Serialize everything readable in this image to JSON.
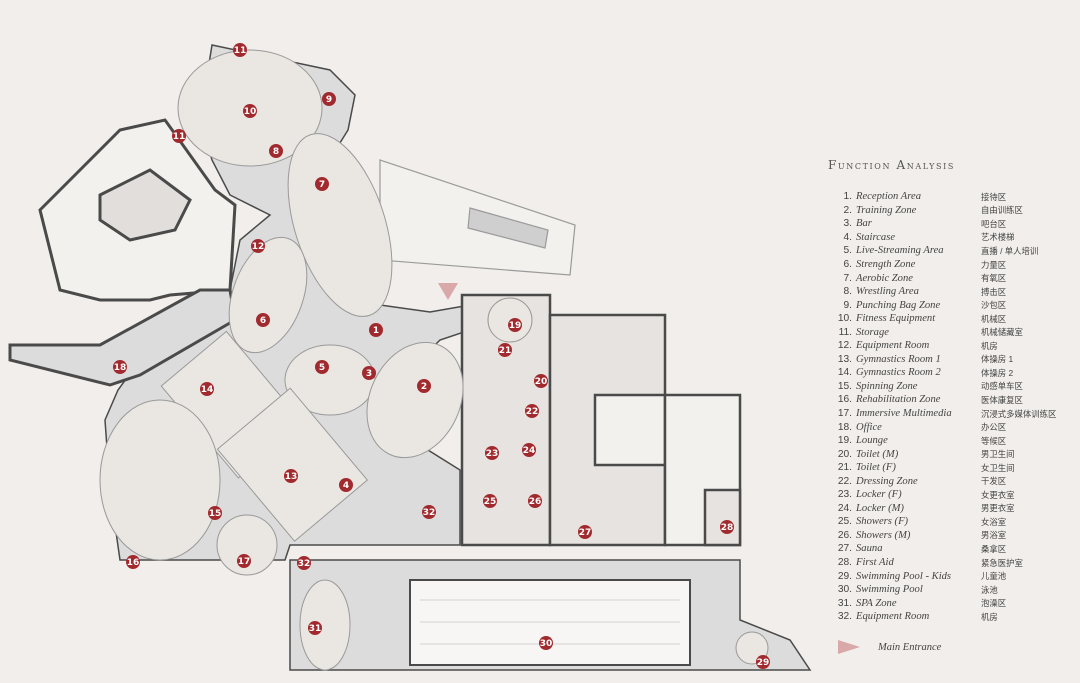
{
  "legend": {
    "title": "Function Analysis",
    "items": [
      {
        "num": "1.",
        "en": "Reception Area",
        "cn": "接待区"
      },
      {
        "num": "2.",
        "en": "Training Zone",
        "cn": "自由训练区"
      },
      {
        "num": "3.",
        "en": "Bar",
        "cn": "吧台区"
      },
      {
        "num": "4.",
        "en": "Staircase",
        "cn": "艺术楼梯"
      },
      {
        "num": "5.",
        "en": "Live-Streaming Area",
        "cn": "直播 / 单人培训"
      },
      {
        "num": "6.",
        "en": "Strength Zone",
        "cn": "力量区"
      },
      {
        "num": "7.",
        "en": "Aerobic Zone",
        "cn": "有氧区"
      },
      {
        "num": "8.",
        "en": "Wrestling Area",
        "cn": "搏击区"
      },
      {
        "num": "9.",
        "en": "Punching Bag Zone",
        "cn": "沙包区"
      },
      {
        "num": "10.",
        "en": "Fitness Equipment",
        "cn": "机械区"
      },
      {
        "num": "11.",
        "en": "Storage",
        "cn": "机械储藏室"
      },
      {
        "num": "12.",
        "en": "Equipment Room",
        "cn": "机房"
      },
      {
        "num": "13.",
        "en": "Gymnastics Room 1",
        "cn": "体操房 1"
      },
      {
        "num": "14.",
        "en": "Gymnastics Room 2",
        "cn": "体操房 2"
      },
      {
        "num": "15.",
        "en": "Spinning Zone",
        "cn": "动感单车区"
      },
      {
        "num": "16.",
        "en": "Rehabilitation Zone",
        "cn": "医体康复区"
      },
      {
        "num": "17.",
        "en": "Immersive Multimedia",
        "cn": "沉浸式多媒体训练区"
      },
      {
        "num": "18.",
        "en": "Office",
        "cn": "办公区"
      },
      {
        "num": "19.",
        "en": "Lounge",
        "cn": "等候区"
      },
      {
        "num": "20.",
        "en": "Toilet (M)",
        "cn": "男卫生间"
      },
      {
        "num": "21.",
        "en": "Toilet (F)",
        "cn": "女卫生间"
      },
      {
        "num": "22.",
        "en": "Dressing Zone",
        "cn": "干发区"
      },
      {
        "num": "23.",
        "en": "Locker (F)",
        "cn": "女更衣室"
      },
      {
        "num": "24.",
        "en": "Locker (M)",
        "cn": "男更衣室"
      },
      {
        "num": "25.",
        "en": "Showers (F)",
        "cn": "女浴室"
      },
      {
        "num": "26.",
        "en": "Showers (M)",
        "cn": "男浴室"
      },
      {
        "num": "27.",
        "en": "Sauna",
        "cn": "桑拿区"
      },
      {
        "num": "28.",
        "en": "First Aid",
        "cn": "紧急医护室"
      },
      {
        "num": "29.",
        "en": "Swimming Pool - Kids",
        "cn": "儿童池"
      },
      {
        "num": "30.",
        "en": "Swimming Pool",
        "cn": "泳池"
      },
      {
        "num": "31.",
        "en": "SPA Zone",
        "cn": "泡澡区"
      },
      {
        "num": "32.",
        "en": "Equipment Room",
        "cn": "机房"
      }
    ],
    "entrance_label": "Main Entrance"
  },
  "markers": [
    "1",
    "2",
    "3",
    "4",
    "5",
    "6",
    "7",
    "8",
    "9",
    "10",
    "11",
    "11",
    "12",
    "13",
    "14",
    "15",
    "16",
    "17",
    "18",
    "19",
    "20",
    "21",
    "22",
    "23",
    "24",
    "25",
    "26",
    "27",
    "28",
    "29",
    "30",
    "31",
    "32",
    "32"
  ],
  "colors": {
    "marker": "#a12a2e",
    "floor": "#dcdcdc",
    "wall": "#4a4a4a",
    "zone": "#e8e5e1",
    "entrance": "#d9a8a8"
  }
}
